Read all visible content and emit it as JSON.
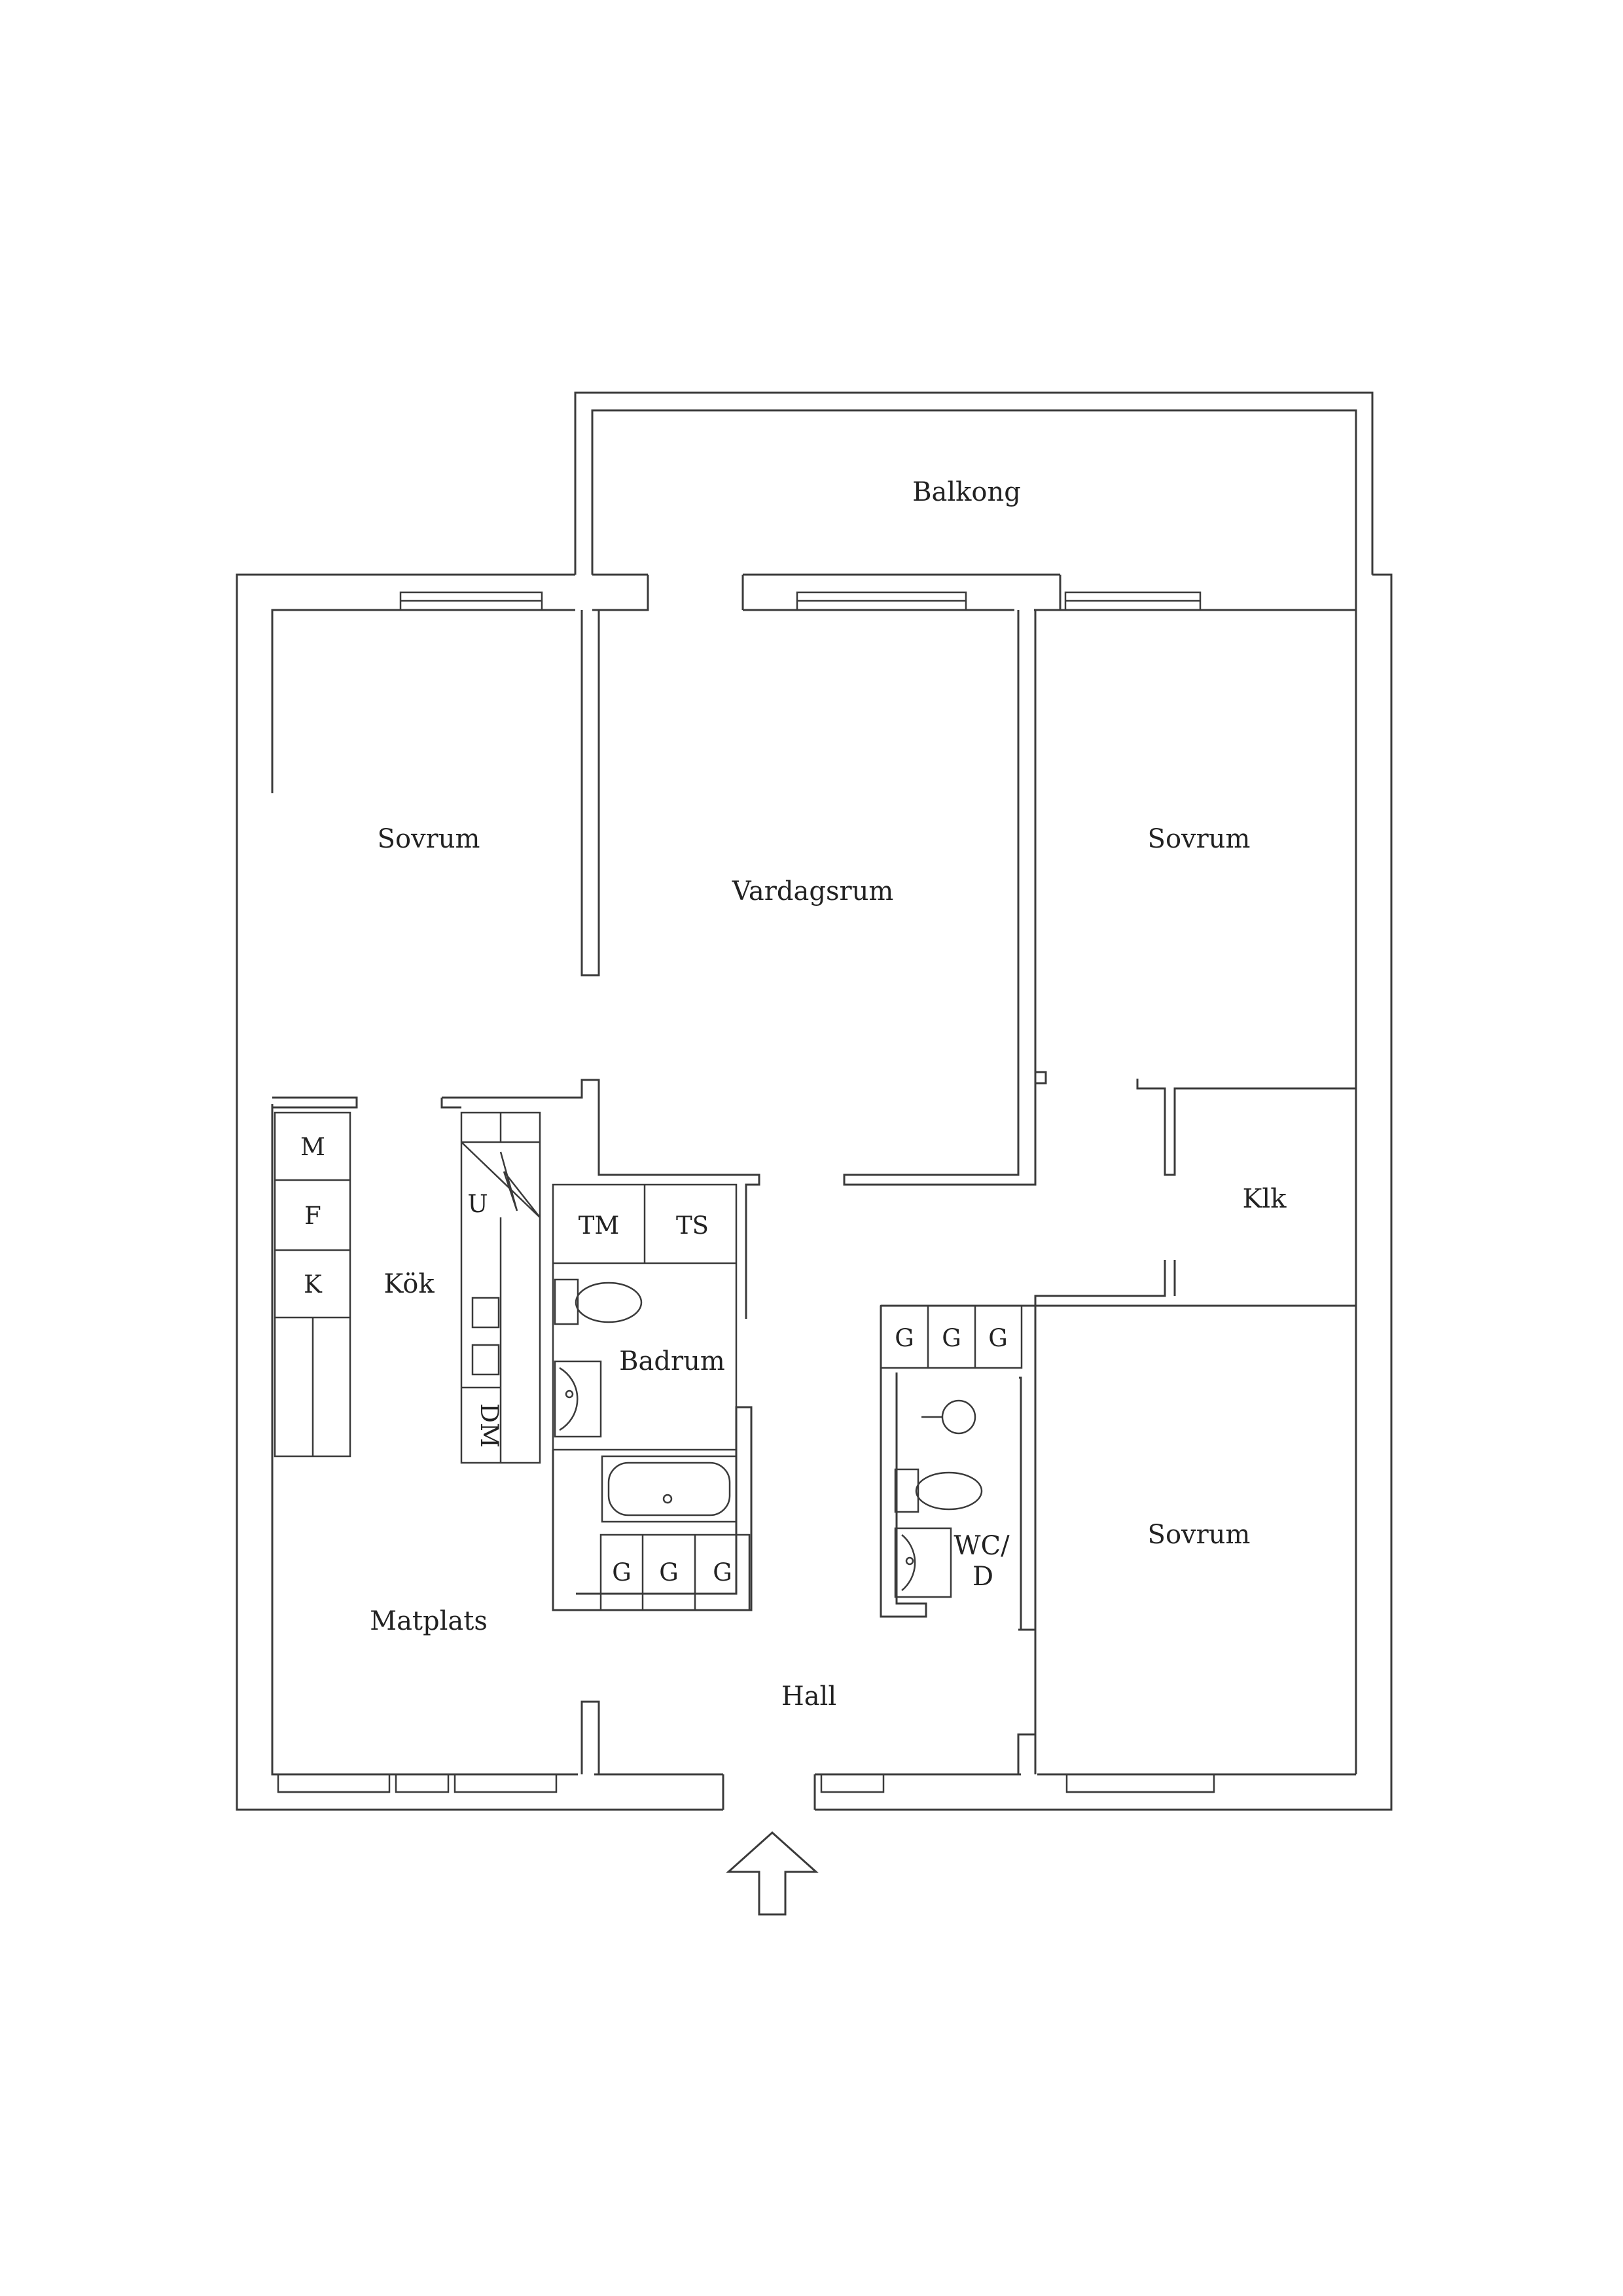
{
  "rooms": {
    "balkong": "Balkong",
    "sovrum_nw": "Sovrum",
    "vardagsrum": "Vardagsrum",
    "sovrum_ne": "Sovrum",
    "kok": "Kök",
    "badrum": "Badrum",
    "klk": "Klk",
    "sovrum_se": "Sovrum",
    "matplats": "Matplats",
    "hall": "Hall",
    "wc_line1": "WC/",
    "wc_line2": "D"
  },
  "kitchen_units": {
    "m": "M",
    "f": "F",
    "k": "K",
    "u": "U",
    "dm": "DM"
  },
  "bath_units": {
    "tm": "TM",
    "ts": "TS"
  },
  "wardrobes": {
    "bath_row": [
      "G",
      "G",
      "G"
    ],
    "hall_row": [
      "G",
      "G",
      "G"
    ]
  },
  "entrance": {
    "icon": "entrance-arrow-icon"
  }
}
